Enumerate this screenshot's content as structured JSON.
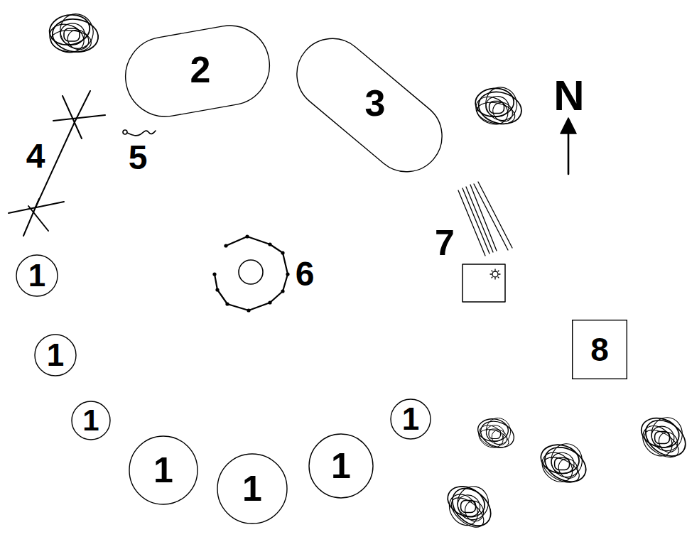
{
  "diagram": {
    "nodes": [
      {
        "text": [
          "2"
        ]
      },
      {
        "text": [
          "3"
        ]
      },
      {
        "text": [
          "1"
        ]
      },
      {
        "text": [
          "1"
        ]
      },
      {
        "text": [
          "1"
        ]
      },
      {
        "text": [
          "1"
        ]
      },
      {
        "text": [
          "1"
        ]
      },
      {
        "text": [
          "1"
        ]
      },
      {
        "text": [
          "1"
        ]
      },
      {
        "text": [
          "8"
        ]
      }
    ],
    "labels": [
      "4",
      "5",
      "6",
      "7",
      "N"
    ]
  }
}
